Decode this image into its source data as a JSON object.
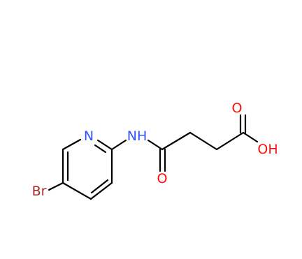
{
  "molecule": {
    "atoms": {
      "pyridine_n": "N",
      "amide_nh": "NH",
      "bromine": "Br",
      "amide_o": "O",
      "acid_o": "O",
      "acid_oh": "OH"
    },
    "colors": {
      "bond": "#000000",
      "nitrogen": "#3050f8",
      "oxygen": "#ff0d0d",
      "bromine": "#a62929"
    }
  }
}
